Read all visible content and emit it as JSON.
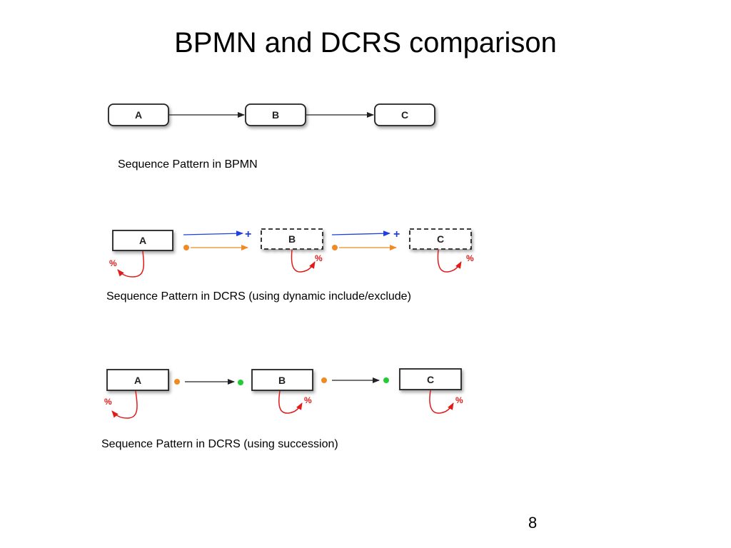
{
  "title": "BPMN and DCRS comparison",
  "page_number": "8",
  "colors": {
    "include": "#1f3fe0",
    "condition_response": "#f08a24",
    "milestone_green": "#22cc33",
    "exclude": "#e11a1a",
    "arrow_black": "#222222"
  },
  "bpmn": {
    "caption": "Sequence Pattern in BPMN",
    "tasks": [
      "A",
      "B",
      "C"
    ]
  },
  "dcrs_include_exclude": {
    "caption": "Sequence Pattern in DCRS (using dynamic include/exclude)",
    "events": [
      "A",
      "B",
      "C"
    ],
    "include_symbol": "+",
    "exclude_symbol": "%"
  },
  "dcrs_succession": {
    "caption": "Sequence Pattern in DCRS (using succession)",
    "events": [
      "A",
      "B",
      "C"
    ],
    "exclude_symbol": "%"
  }
}
